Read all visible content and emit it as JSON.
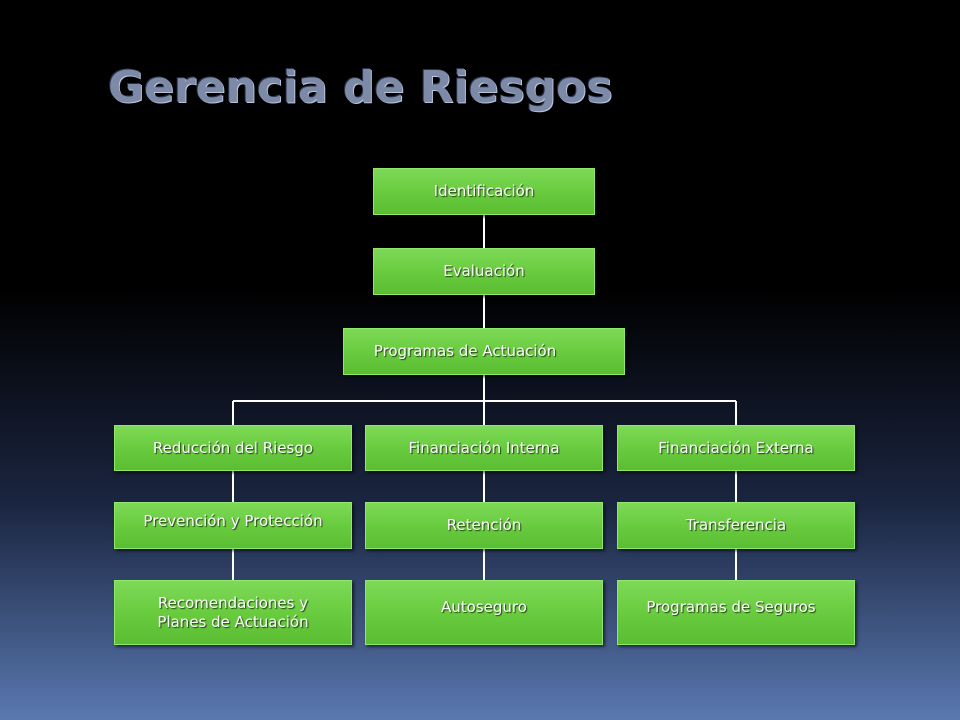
{
  "title": "Gerencia de Riesgos",
  "colors": {
    "box_fill": "#69cc3f",
    "connector": "#ffffff",
    "title": "#7c8aa8"
  },
  "nodes": {
    "identificacion": "Identificación",
    "evaluacion": "Evaluación",
    "programas_actuacion": "Programas de Actuación",
    "reduccion": "Reducción del Riesgo",
    "fin_interna": "Financiación Interna",
    "fin_externa": "Financiación Externa",
    "prevencion": "Prevención y Protección",
    "retencion": "Retención",
    "transferencia": "Transferencia",
    "recomendaciones_l1": "Recomendaciones y",
    "recomendaciones_l2": "Planes de Actuación",
    "autoseguro": "Autoseguro",
    "programas_seguros": "Programas de Seguros"
  }
}
